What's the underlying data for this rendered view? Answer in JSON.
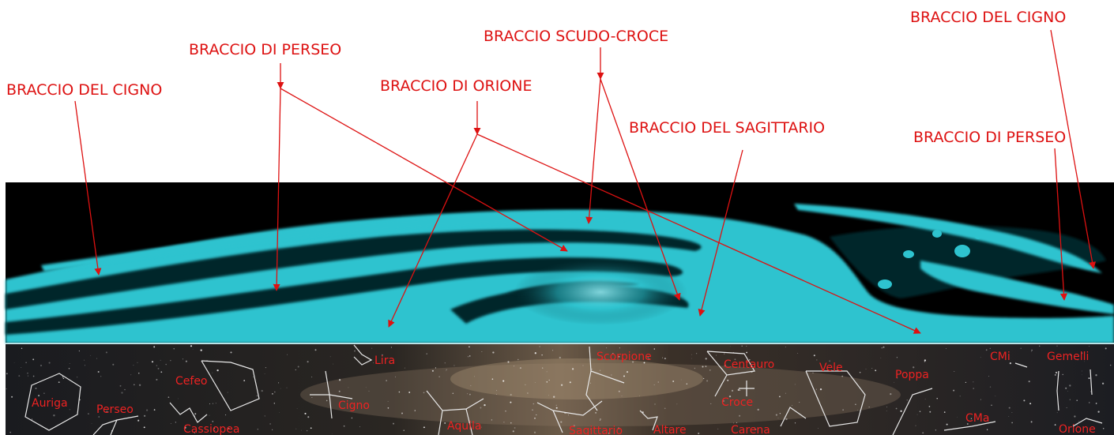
{
  "arm_labels": {
    "cygnus_left": "BRACCIO DEL CIGNO",
    "perseus_left": "BRACCIO DI PERSEO",
    "orion": "BRACCIO DI ORIONE",
    "scutum_crux": "BRACCIO SCUDO-CROCE",
    "sagittarius": "BRACCIO DEL SAGITTARIO",
    "cygnus_right": "BRACCIO DEL CIGNO",
    "perseus_right": "BRACCIO DI PERSEO"
  },
  "constellations": {
    "auriga": "Auriga",
    "perseo": "Perseo",
    "cefeo": "Cefeo",
    "cassiopea": "Cassiopea",
    "lira": "Lira",
    "cigno": "Cigno",
    "aquila": "Aquila",
    "scorpione": "Scorpione",
    "sagittario": "Sagittario",
    "altare": "Altare",
    "centauro": "Centauro",
    "croce": "Croce",
    "carena": "Carena",
    "vele": "Vele",
    "poppa": "Poppa",
    "cma": "CMa",
    "cmi": "CMi",
    "gemelli": "Gemelli",
    "orione": "Orione"
  },
  "colors": {
    "label": "#dd1111",
    "arm": "#2ec3cf",
    "space": "#000000",
    "constellation_line": "#e8e8e8"
  }
}
